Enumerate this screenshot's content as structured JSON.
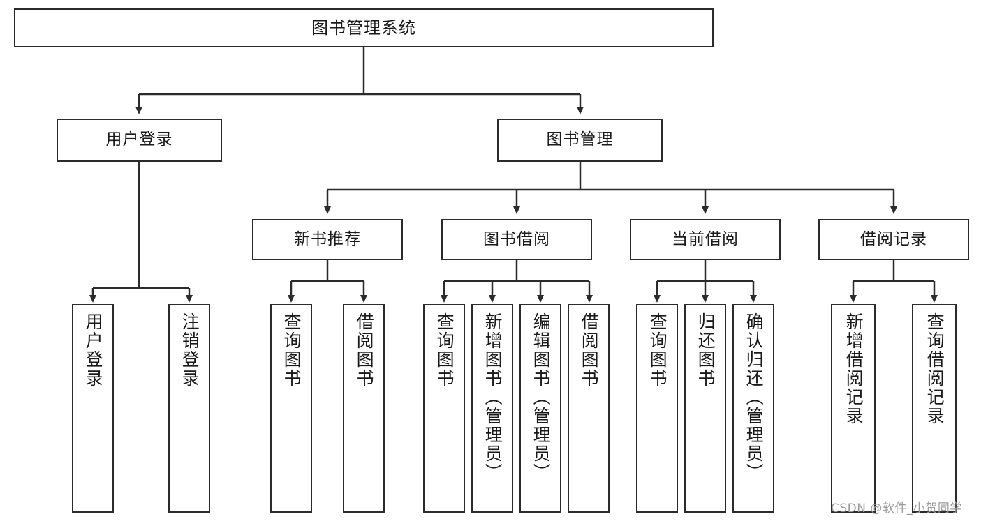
{
  "diagram": {
    "title": "图书管理系统",
    "type": "tree-hierarchy-chart",
    "root": {
      "label": "图书管理系统"
    },
    "level2": [
      {
        "label": "用户登录"
      },
      {
        "label": "图书管理"
      }
    ],
    "level3": [
      {
        "label": "新书推荐"
      },
      {
        "label": "图书借阅"
      },
      {
        "label": "当前借阅"
      },
      {
        "label": "借阅记录"
      }
    ],
    "leaves": {
      "user_login": [
        {
          "label": "用户登录"
        },
        {
          "label": "注销登录"
        }
      ],
      "new_book_recommend": [
        {
          "label": "查询图书"
        },
        {
          "label": "借阅图书"
        }
      ],
      "book_borrow": [
        {
          "label": "查询图书"
        },
        {
          "label": "新增图书（管理员）"
        },
        {
          "label": "编辑图书（管理员）"
        },
        {
          "label": "借阅图书"
        }
      ],
      "current_borrow": [
        {
          "label": "查询图书"
        },
        {
          "label": "归还图书"
        },
        {
          "label": "确认归还（管理员）"
        }
      ],
      "borrow_record": [
        {
          "label": "新增借阅记录"
        },
        {
          "label": "查询借阅记录"
        }
      ]
    }
  },
  "watermark": {
    "text": "CSDN @软件_小贺同学"
  },
  "colors": {
    "stroke": "#2b2b2b",
    "fill": "#ffffff",
    "text": "#1a1a1a",
    "watermark": "#9b9b9b"
  }
}
